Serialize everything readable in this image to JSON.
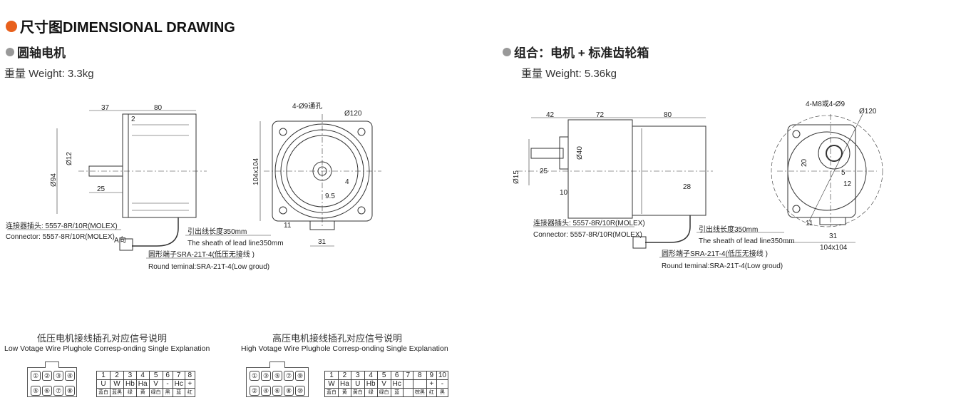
{
  "header": {
    "title": "尺寸图DIMENSIONAL DRAWING",
    "accent": "#e8601c"
  },
  "left": {
    "title": "圆轴电机",
    "weight": "重量 Weight: 3.3kg",
    "dims": {
      "d37": "37",
      "d80": "80",
      "d2": "2",
      "d94": "Ø94",
      "d12": "Ø12",
      "d25": "25",
      "holes": "4-Ø9通孔",
      "d120": "Ø120",
      "sq": "104x104",
      "d95": "9.5",
      "d4": "4",
      "d11": "11",
      "d31": "31",
      "view": "A向"
    },
    "connector_cn": "连接器插头: 5557-8R/10R(MOLEX)",
    "connector_en": "Connector: 5557-8R/10R(MOLEX)",
    "lead_cn": "引出线长度350mm",
    "lead_en": "The sheath of lead line350mm",
    "terminal_cn": "圆形端子SRA-21T-4(低压无接线 )",
    "terminal_en": "Round teminal:SRA-21T-4(Low groud)"
  },
  "right": {
    "title": "组合：电机 + 标准齿轮箱",
    "weight": "重量 Weight: 5.36kg",
    "dims": {
      "d42": "42",
      "d72": "72",
      "d80": "80",
      "d40": "Ø40",
      "d15": "Ø15",
      "d25": "25",
      "d10": "10",
      "d28": "28",
      "holes": "4-M8或4-Ø9",
      "d120": "Ø120",
      "d20": "20",
      "d5": "5",
      "d12": "12",
      "d11": "11",
      "d31": "31",
      "sq": "104x104"
    },
    "connector_cn": "连接器插头: 5557-8R/10R(MOLEX)",
    "connector_en": "Connector: 5557-8R/10R(MOLEX)",
    "lead_cn": "引出线长度350mm",
    "lead_en": "The sheath of lead line350mm",
    "terminal_cn": "圆形端子SRA-21T-4(低压无接线 )",
    "terminal_en": "Round teminal:SRA-21T-4(Low groud)"
  },
  "low": {
    "title_cn": "低压电机接线插孔对应信号说明",
    "title_en": "Low Votage Wire Plughole Corresp-onding Single Explanation",
    "pins": [
      "①",
      "②",
      "③",
      "④",
      "⑤",
      "⑥",
      "⑦",
      "⑧"
    ],
    "nums": [
      "1",
      "2",
      "3",
      "4",
      "5",
      "6",
      "7",
      "8"
    ],
    "signals": [
      "U",
      "W",
      "Hb",
      "Ha",
      "V",
      "-",
      "Hc",
      "+"
    ],
    "colors": [
      "蓝白",
      "蓝黑",
      "绿",
      "黄",
      "绿白",
      "黑",
      "蓝",
      "红"
    ]
  },
  "high": {
    "title_cn": "高压电机接线插孔对应信号说明",
    "title_en": "High Votage Wire Plughole Corresp-onding Single Explanation",
    "pins": [
      "①",
      "③",
      "⑤",
      "⑦",
      "⑨",
      "②",
      "④",
      "⑥",
      "⑧",
      "⑩"
    ],
    "nums": [
      "1",
      "2",
      "3",
      "4",
      "5",
      "6",
      "7",
      "8",
      "9",
      "10"
    ],
    "signals": [
      "W",
      "Ha",
      "U",
      "Hb",
      "V",
      "Hc",
      "",
      "",
      "+",
      "-"
    ],
    "colors": [
      "蓝白",
      "黄",
      "黄白",
      "绿",
      "绿白",
      "蓝",
      "",
      "棕黑",
      "红",
      "黑"
    ]
  }
}
